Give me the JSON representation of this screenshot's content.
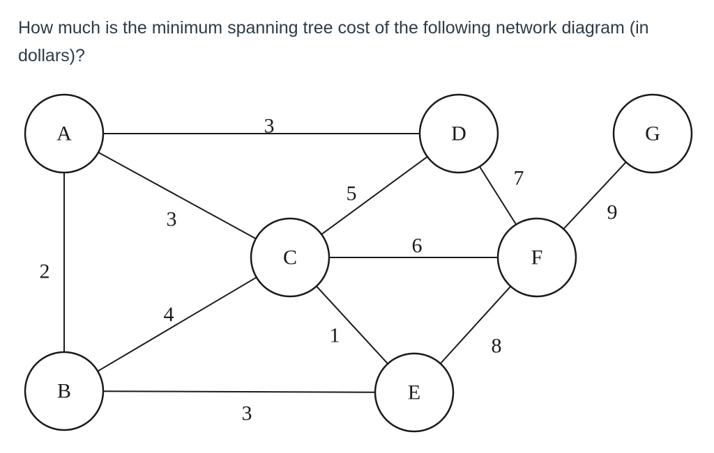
{
  "question": {
    "text": "How much is the minimum spanning tree cost of the following network diagram (in dollars)?"
  },
  "graph": {
    "nodes": [
      {
        "id": "A",
        "label": "A"
      },
      {
        "id": "B",
        "label": "B"
      },
      {
        "id": "C",
        "label": "C"
      },
      {
        "id": "D",
        "label": "D"
      },
      {
        "id": "E",
        "label": "E"
      },
      {
        "id": "F",
        "label": "F"
      },
      {
        "id": "G",
        "label": "G"
      }
    ],
    "edges": [
      {
        "from": "A",
        "to": "D",
        "weight": "3"
      },
      {
        "from": "A",
        "to": "C",
        "weight": "3"
      },
      {
        "from": "A",
        "to": "B",
        "weight": "2"
      },
      {
        "from": "C",
        "to": "D",
        "weight": "5"
      },
      {
        "from": "C",
        "to": "F",
        "weight": "6"
      },
      {
        "from": "C",
        "to": "B",
        "weight": "4"
      },
      {
        "from": "C",
        "to": "E",
        "weight": "1"
      },
      {
        "from": "D",
        "to": "F",
        "weight": "7"
      },
      {
        "from": "F",
        "to": "G",
        "weight": "9"
      },
      {
        "from": "E",
        "to": "F",
        "weight": "8"
      },
      {
        "from": "B",
        "to": "E",
        "weight": "3"
      }
    ]
  }
}
